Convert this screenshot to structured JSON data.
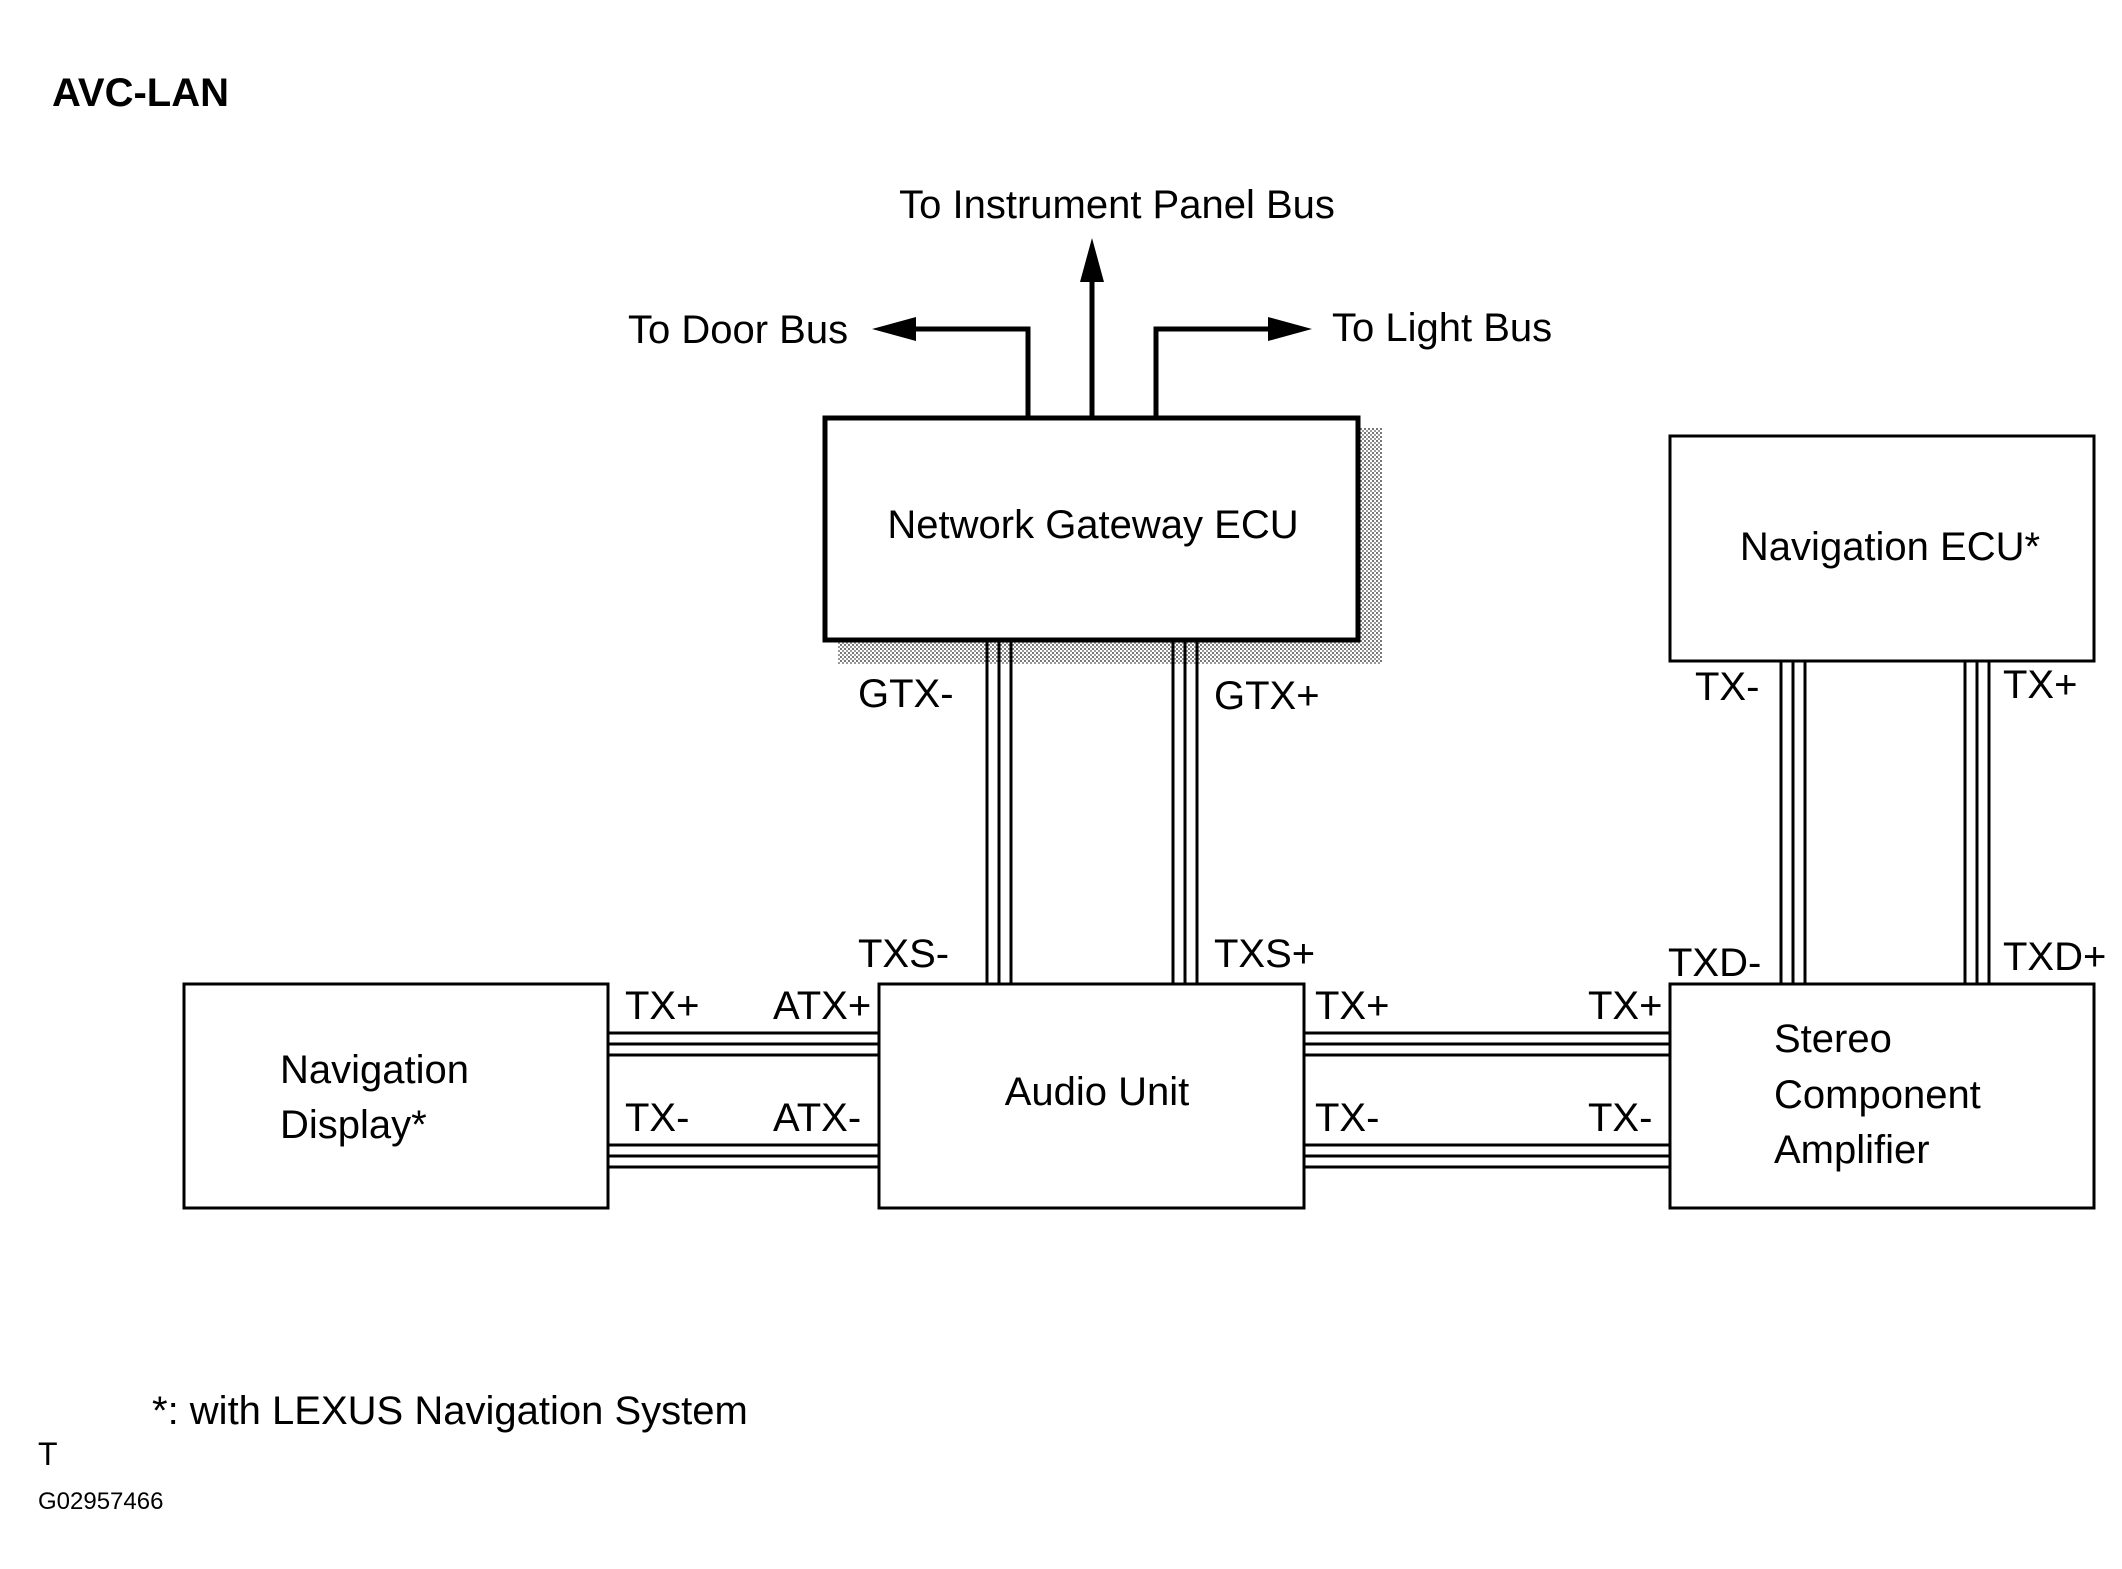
{
  "title": "AVC-LAN",
  "buses": {
    "instrument_panel": "To Instrument Panel Bus",
    "door": "To Door Bus",
    "light": "To Light Bus"
  },
  "components": {
    "gateway": "Network Gateway ECU",
    "nav_ecu": "Navigation ECU*",
    "nav_display_line1": "Navigation",
    "nav_display_line2": "Display*",
    "audio_unit": "Audio Unit",
    "amp_line1": "Stereo",
    "amp_line2": "Component",
    "amp_line3": "Amplifier"
  },
  "terminals": {
    "gtx_minus": "GTX-",
    "gtx_plus": "GTX+",
    "txs_minus": "TXS-",
    "txs_plus": "TXS+",
    "nav_ecu_tx_minus": "TX-",
    "nav_ecu_tx_plus": "TX+",
    "txd_minus": "TXD-",
    "txd_plus": "TXD+",
    "display_tx_plus": "TX+",
    "display_tx_minus": "TX-",
    "atx_plus": "ATX+",
    "atx_minus": "ATX-",
    "audio_tx_plus": "TX+",
    "audio_tx_minus": "TX-",
    "amp_tx_plus": "TX+",
    "amp_tx_minus": "TX-"
  },
  "footnote": "*: with LEXUS Navigation System",
  "corner_mark": "T",
  "figure_code": "G02957466"
}
